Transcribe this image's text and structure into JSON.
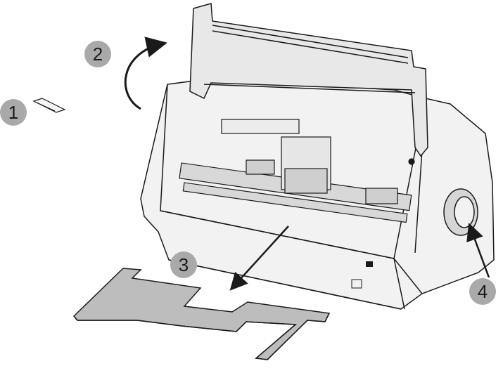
{
  "steps": [
    {
      "number": "1",
      "part": "ribbon-icon"
    },
    {
      "number": "2",
      "part": "top-cover-rotate-arrow"
    },
    {
      "number": "3",
      "part": "removable-paper-guide-plate"
    },
    {
      "number": "4",
      "part": "platen-knob"
    }
  ],
  "colors": {
    "line": "#1a1a1a",
    "panel": "#bdbdbd",
    "body": "#f2f2f2",
    "badge": "#a9a9a9"
  }
}
